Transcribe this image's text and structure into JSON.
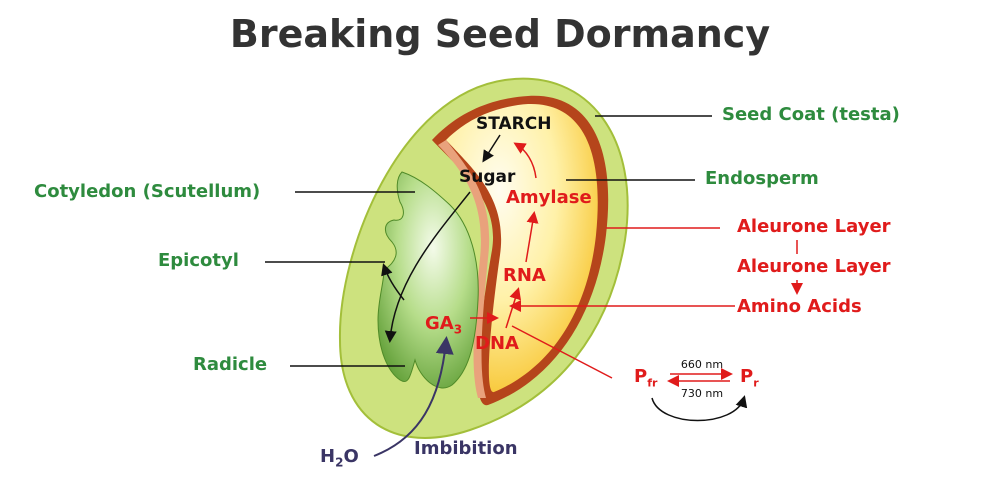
{
  "title": "Breaking Seed Dormancy",
  "labels": {
    "seed_coat": "Seed Coat (testa)",
    "endosperm": "Endosperm",
    "cotyledon": "Cotyledon (Scutellum)",
    "epicotyl": "Epicotyl",
    "radicle": "Radicle",
    "aleurone_1": "Aleurone Layer",
    "aleurone_2": "Aleurone Layer",
    "amino_acids": "Amino Acids",
    "imbibition": "Imbibition",
    "h2o_main": "H",
    "h2o_sub": "2",
    "h2o_tail": "O"
  },
  "inner": {
    "starch": "STARCH",
    "sugar": "Sugar",
    "amylase": "Amylase",
    "rna": "RNA",
    "ga_main": "GA",
    "ga_sub": "3",
    "dna": "DNA"
  },
  "phytochrome": {
    "pfr_main": "P",
    "pfr_sub": "fr",
    "pr_main": "P",
    "pr_sub": "r",
    "top_wavelength": "660 nm",
    "bottom_wavelength": "730 nm"
  },
  "colors": {
    "label_green": "#2e8b3e",
    "label_red": "#e01b1b",
    "seed_coat": "#c8e07a",
    "testa_outline": "#a6c23c",
    "aleurone": "#b5451b",
    "endosperm_light": "#fffbe0",
    "endosperm_dark": "#f7c21a",
    "embryo_light": "#e9f6d8",
    "embryo_dark": "#5c9e2e"
  }
}
